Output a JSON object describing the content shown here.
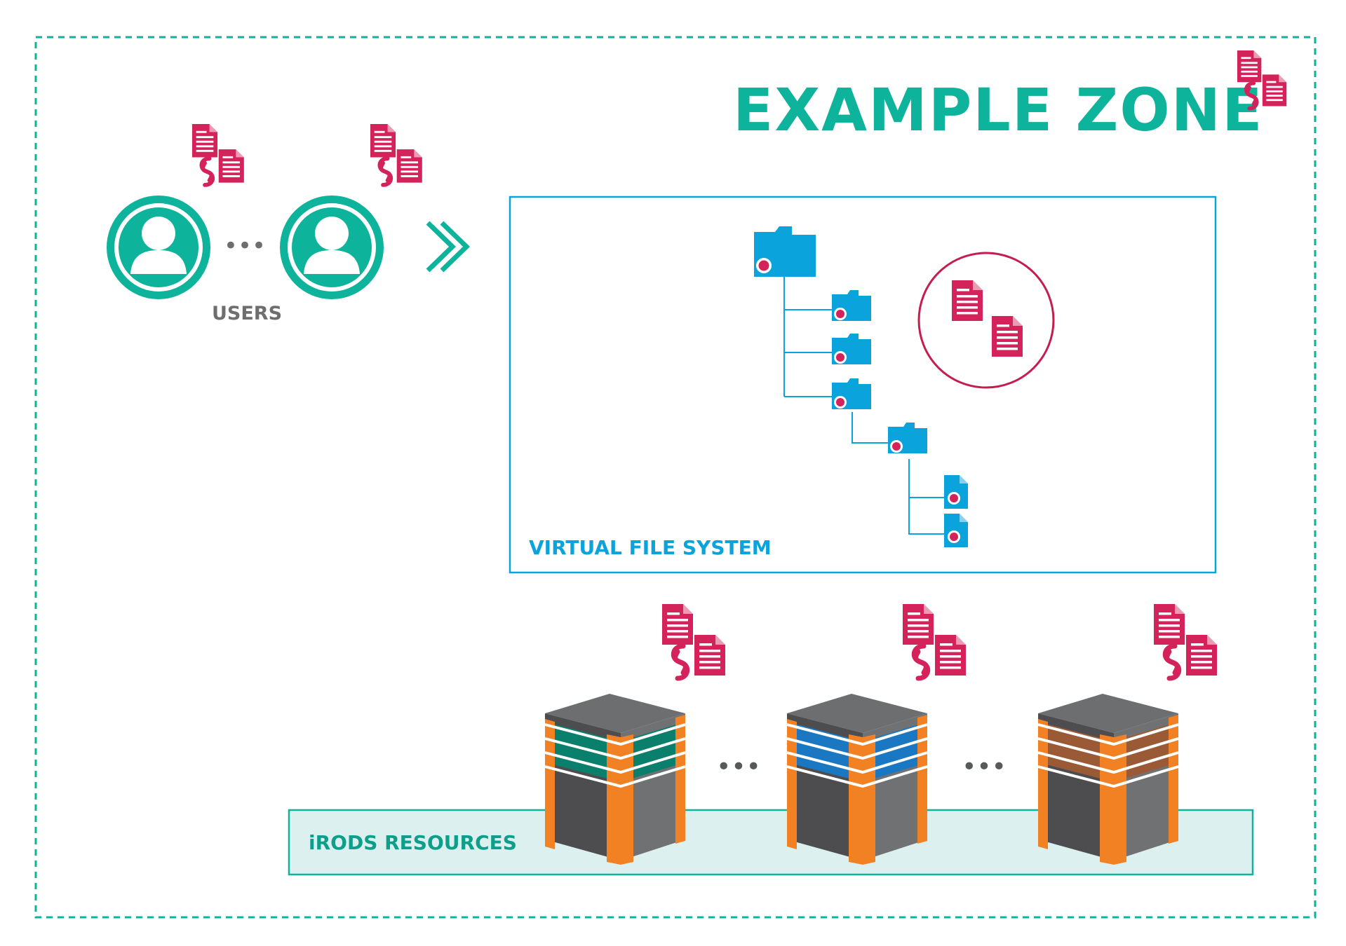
{
  "zone": {
    "title": "EXAMPLE ZONE"
  },
  "users": {
    "label": "USERS",
    "ellipsis": "•••"
  },
  "vfs": {
    "label": "VIRTUAL FILE SYSTEM"
  },
  "resources": {
    "label": "iRODS RESOURCES",
    "ellipsis_1": "•••",
    "ellipsis_2": "•••"
  },
  "colors": {
    "zone_border": "#0db39a",
    "user_teal": "#0db39a",
    "doc_magenta": "#d4225b",
    "vfs_blue": "#0aa3dc",
    "resource_band": "#dcf1ef",
    "server_orange": "#f28123",
    "server_gray": "#6d6e70",
    "storage_green": "#0a7f6c",
    "storage_blue": "#1a77c2",
    "storage_brown": "#9b5a36"
  },
  "icons": [
    "document-icon",
    "metadata-link-icon",
    "user-icon",
    "chevron-right-icon",
    "folder-icon",
    "file-icon",
    "server-icon"
  ]
}
